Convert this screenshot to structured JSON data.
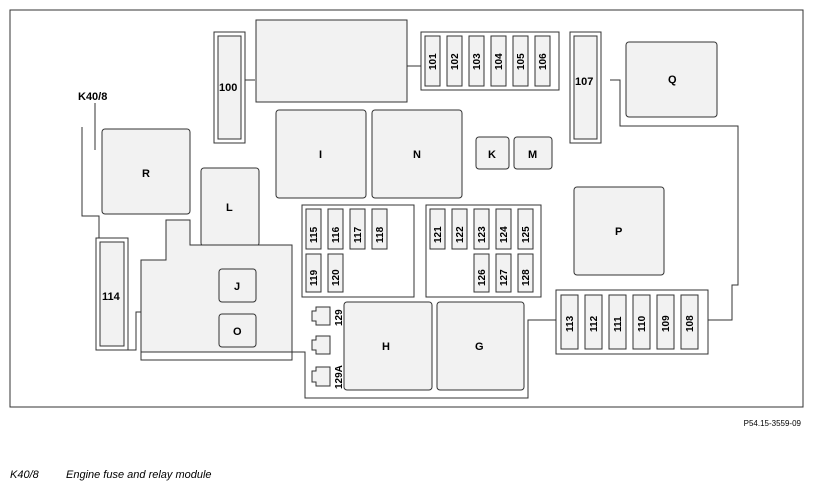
{
  "module_label": "K40/8",
  "relays": {
    "R": "R",
    "L": "L",
    "I": "I",
    "N": "N",
    "K": "K",
    "M": "M",
    "Q": "Q",
    "P": "P",
    "J": "J",
    "O": "O",
    "H": "H",
    "G": "G"
  },
  "fuses": {
    "f100": "100",
    "f107": "107",
    "f114": "114",
    "top_row": [
      "101",
      "102",
      "103",
      "104",
      "105",
      "106"
    ],
    "left_block_top": [
      "115",
      "116",
      "117",
      "118"
    ],
    "left_block_bottom": [
      "119",
      "120"
    ],
    "mid_block_top": [
      "121",
      "122",
      "123",
      "124",
      "125"
    ],
    "mid_block_bottom": [
      "126",
      "127",
      "128"
    ],
    "right_row": [
      "113",
      "112",
      "111",
      "110",
      "109",
      "108"
    ],
    "f129": "129",
    "f129a": "129A"
  },
  "reference_code": "P54.15-3559-09",
  "legend": {
    "code": "K40/8",
    "description": "Engine fuse and relay module"
  }
}
